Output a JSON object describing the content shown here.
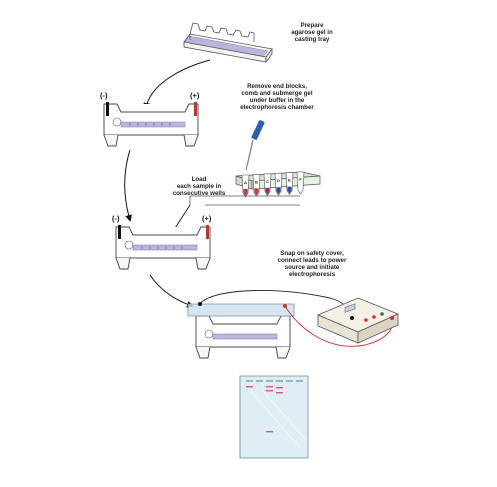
{
  "steps": {
    "prepare": {
      "lines": [
        "Prepare",
        "agarose gel in",
        "casting tray"
      ]
    },
    "remove": {
      "lines": [
        "Remove end blocks,",
        "comb and submerge gel",
        "under buffer in the",
        "electrophoresis chamber"
      ]
    },
    "load": {
      "lines": [
        "Load",
        "each sample in",
        "consecutive wells"
      ]
    },
    "snap": {
      "lines": [
        "Snap on safety cover,",
        "connect leads to power",
        "source and initiate",
        "electrophoresis"
      ]
    }
  },
  "polarity": {
    "negative": "(-)",
    "positive": "(+)"
  },
  "sample_tubes": [
    "A",
    "B",
    "C",
    "D",
    "E",
    "F"
  ],
  "colors": {
    "gel": "#b9b5dc",
    "red_lead": "#d42a2a",
    "gel_band": "#e0508a",
    "cover": "#cfe0ef",
    "result_gel": "#dfeef3"
  }
}
